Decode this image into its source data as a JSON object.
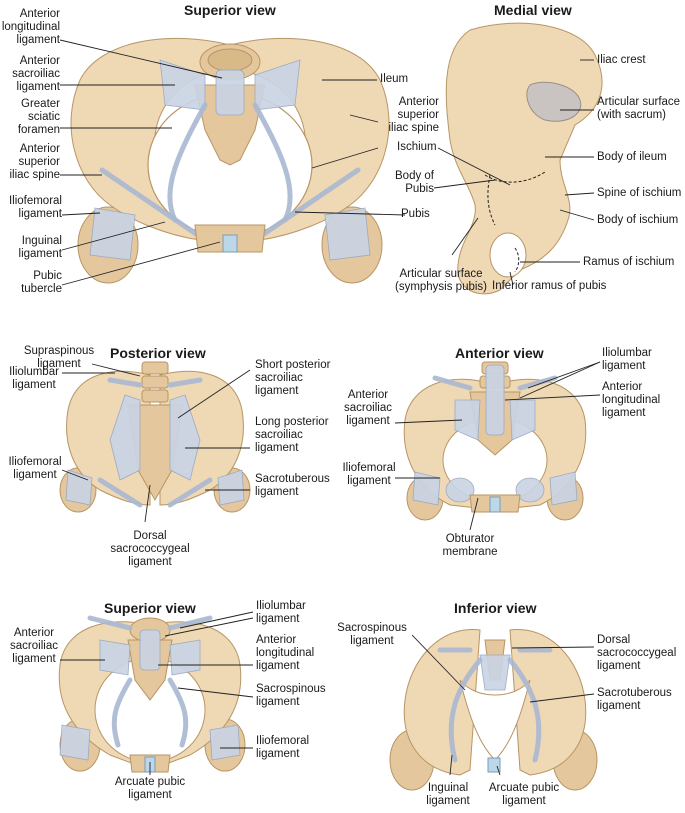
{
  "panels": {
    "superior_top": {
      "title": "Superior view",
      "labels": {
        "anterior_longitudinal": "Anterior\nlongitudinal\nligament",
        "anterior_sacroiliac": "Anterior\nsacroiliac\nligament",
        "greater_sciatic": "Greater\nsciatic\nforamen",
        "asis": "Anterior\nsuperior\niliac spine",
        "iliofemoral": "Iliofemoral\nligament",
        "inguinal": "Inguinal\nligament",
        "pubic_tubercle": "Pubic\ntubercle",
        "ileum": "Ileum",
        "asis_right": "Anterior\nsuperior\niliac spine",
        "ischium": "Ischium",
        "body_pubis": "Body of\nPubis",
        "pubis": "Pubis"
      }
    },
    "medial": {
      "title": "Medial view",
      "labels": {
        "iliac_crest": "Iliac crest",
        "articular_sacrum": "Articular surface\n(with sacrum)",
        "body_ileum": "Body of ileum",
        "spine_ischium": "Spine of ischium",
        "body_ischium": "Body of ischium",
        "ramus_ischium": "Ramus of ischium",
        "articular_symphysis": "Articular surface\n(symphysis pubis)",
        "inferior_ramus": "Inferior ramus of pubis"
      }
    },
    "posterior": {
      "title": "Posterior view",
      "labels": {
        "supraspinous": "Supraspinous\nligament",
        "iliolumbar": "Iliolumbar\nligament",
        "iliofemoral": "Iliofemoral\nligament",
        "short_posterior": "Short posterior\nsacroiliac\nligament",
        "long_posterior": "Long posterior\nsacroiliac\nligament",
        "sacrotuberous": "Sacrotuberous\nligament",
        "dorsal_sacrococcygeal": "Dorsal\nsacrococcygeal\nligament"
      }
    },
    "anterior": {
      "title": "Anterior view",
      "labels": {
        "iliolumbar": "Iliolumbar\nligament",
        "anterior_longitudinal": "Anterior\nlongitudinal\nligament",
        "anterior_sacroiliac": "Anterior\nsacroiliac\nligament",
        "iliofemoral": "Iliofemoral\nligament",
        "obturator": "Obturator\nmembrane"
      }
    },
    "superior_bottom": {
      "title": "Superior view",
      "labels": {
        "anterior_sacroiliac": "Anterior\nsacroiliac\nligament",
        "iliolumbar": "Iliolumbar\nligament",
        "anterior_longitudinal": "Anterior\nlongitudinal\nligament",
        "sacrospinous": "Sacrospinous\nligament",
        "iliofemoral": "Iliofemoral\nligament",
        "arcuate": "Arcuate pubic\nligament"
      }
    },
    "inferior": {
      "title": "Inferior view",
      "labels": {
        "sacrospinous": "Sacrospinous\nligament",
        "dorsal_sacrococcygeal": "Dorsal\nsacrococcygeal\nligament",
        "sacrotuberous": "Sacrotuberous\nligament",
        "inguinal": "Inguinal\nligament",
        "arcuate": "Arcuate pubic\nligament"
      }
    }
  },
  "colors": {
    "bone": "#e4c79d",
    "ligament": "#c9d4e4",
    "leader": "#222222"
  }
}
